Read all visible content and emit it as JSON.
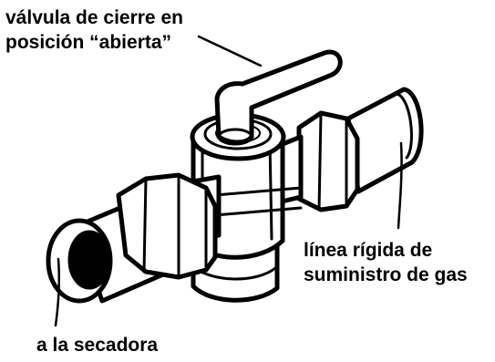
{
  "labels": {
    "valve": {
      "line1": "válvula de cierre en",
      "line2": "posición “abierta”"
    },
    "gas_line": {
      "line1": "línea rígida de",
      "line2": "suministro de gas"
    },
    "dryer": "a la secadora"
  },
  "colors": {
    "ink": "#000000",
    "paper": "#ffffff"
  }
}
